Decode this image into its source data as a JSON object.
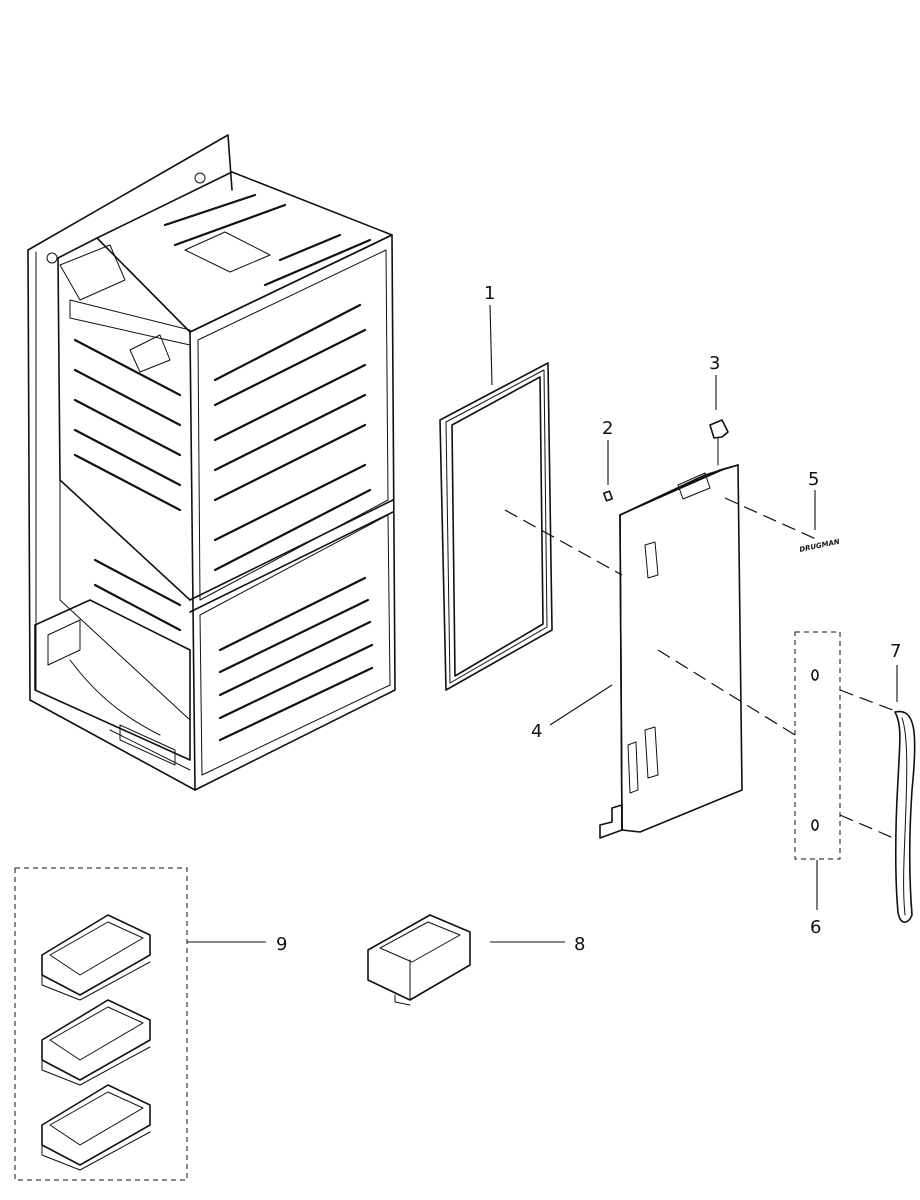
{
  "callouts": {
    "gasket": "1",
    "screw": "2",
    "hinge": "3",
    "door": "4",
    "logo": "5",
    "handle_cap": "6",
    "handle": "7",
    "guard": "8",
    "bins": "9"
  },
  "logo_text": "DRUGMAN"
}
